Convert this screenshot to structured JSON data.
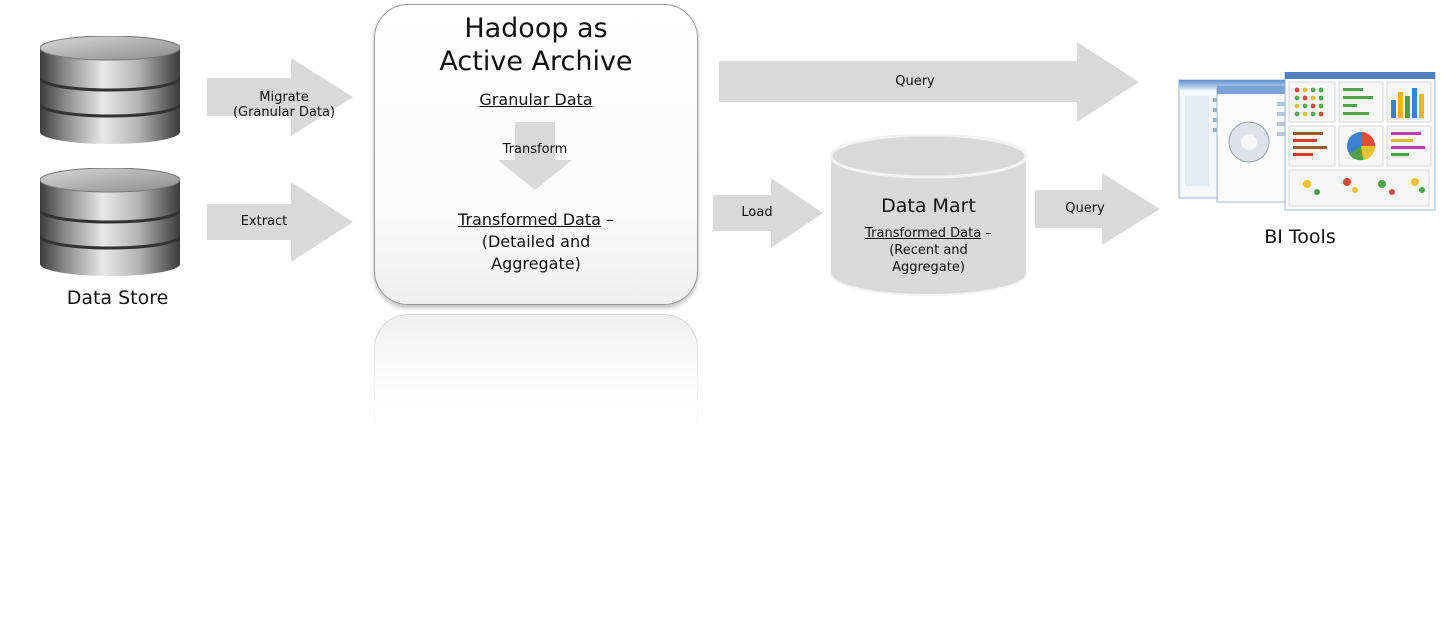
{
  "data_store": {
    "label": "Data Store"
  },
  "arrows": {
    "migrate": {
      "line1": "Migrate",
      "line2": "(Granular Data)"
    },
    "extract": {
      "label": "Extract"
    },
    "query_top": {
      "label": "Query"
    },
    "load": {
      "label": "Load"
    },
    "query_right": {
      "label": "Query"
    },
    "transform": {
      "label": "Transform"
    }
  },
  "hadoop": {
    "title_line1": "Hadoop as",
    "title_line2": "Active Archive",
    "granular": "Granular Data",
    "transformed_title": "Transformed Data",
    "transformed_dash": " –",
    "transformed_line2": "(Detailed and",
    "transformed_line3": "Aggregate)"
  },
  "data_mart": {
    "title": "Data Mart",
    "transformed_title": "Transformed Data",
    "transformed_dash": " –",
    "line2": "(Recent and",
    "line3": "Aggregate)"
  },
  "bi_tools": {
    "label": "BI Tools"
  },
  "colors": {
    "arrow_fill": "#d9d9d9",
    "cylinder_fill": "#d9d9d9",
    "box_border": "#9a9a9a"
  },
  "icons": {
    "database": "database-icon",
    "dashboard": "dashboard-screens-icon"
  }
}
